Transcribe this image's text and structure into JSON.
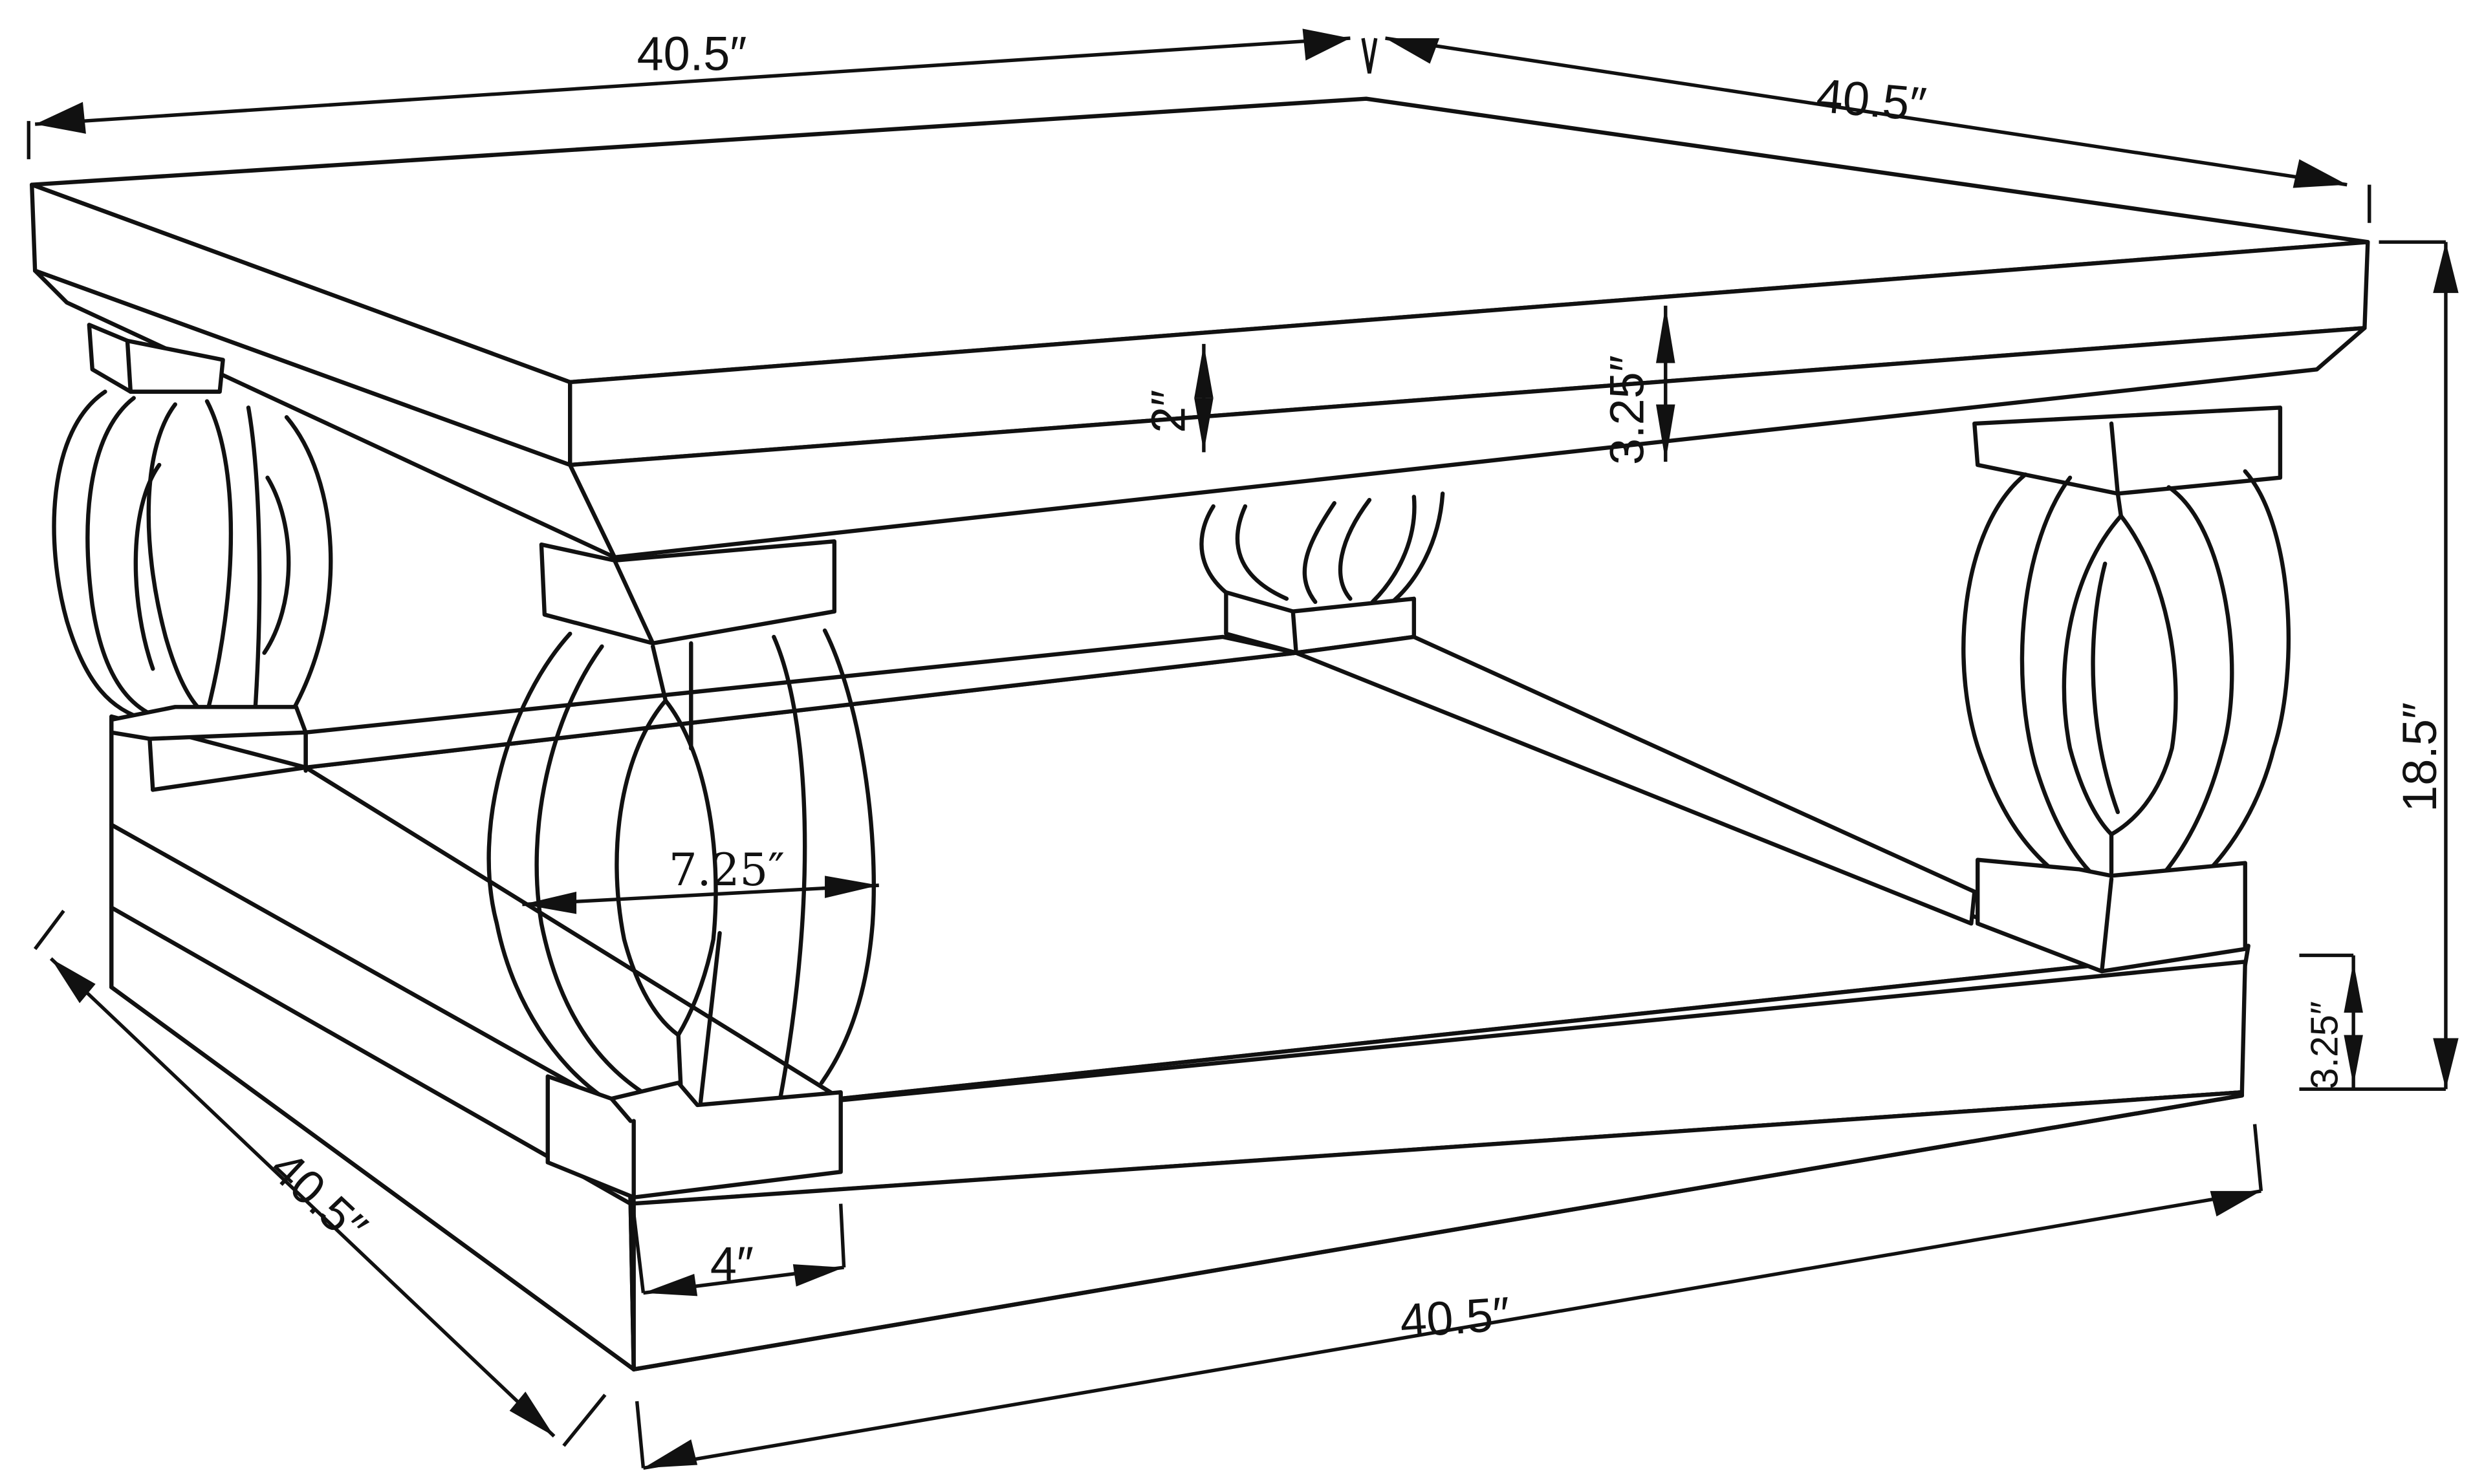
{
  "diagram": {
    "subject": "Square coffee table with open bottom shelf and bowed open-ring legs",
    "units": "inches",
    "background_color": "#ffffff",
    "line_color": "#111111",
    "dimensions": {
      "top_width": "40.5″",
      "top_depth": "40.5″",
      "overall_height": "18.5″",
      "top_thickness": "2″",
      "apron_height": "3.25″",
      "leg_width": "7.25″",
      "base_height": "3.25″",
      "foot_block_width": "4″",
      "base_width": "40.5″",
      "base_depth": "40.5″"
    },
    "dimension_list": [
      {
        "id": "top-width",
        "label": "40.5″",
        "orientation": "horizontal",
        "location": "top-left edge"
      },
      {
        "id": "top-depth",
        "label": "40.5″",
        "orientation": "horizontal",
        "location": "top-right edge"
      },
      {
        "id": "overall-height",
        "label": "18.5″",
        "orientation": "vertical",
        "location": "right side"
      },
      {
        "id": "top-thickness",
        "label": "2″",
        "orientation": "vertical",
        "location": "front top edge"
      },
      {
        "id": "apron-height",
        "label": "3.25″",
        "orientation": "vertical",
        "location": "front top edge"
      },
      {
        "id": "leg-width",
        "label": "7.25″",
        "orientation": "horizontal",
        "location": "front-left leg"
      },
      {
        "id": "base-height",
        "label": "3.25″",
        "orientation": "vertical",
        "location": "right base"
      },
      {
        "id": "foot-block-width",
        "label": "4″",
        "orientation": "horizontal",
        "location": "front-left foot"
      },
      {
        "id": "base-width",
        "label": "40.5″",
        "orientation": "horizontal",
        "location": "bottom front edge"
      },
      {
        "id": "base-depth",
        "label": "40.5″",
        "orientation": "diagonal",
        "location": "bottom left edge"
      }
    ]
  }
}
